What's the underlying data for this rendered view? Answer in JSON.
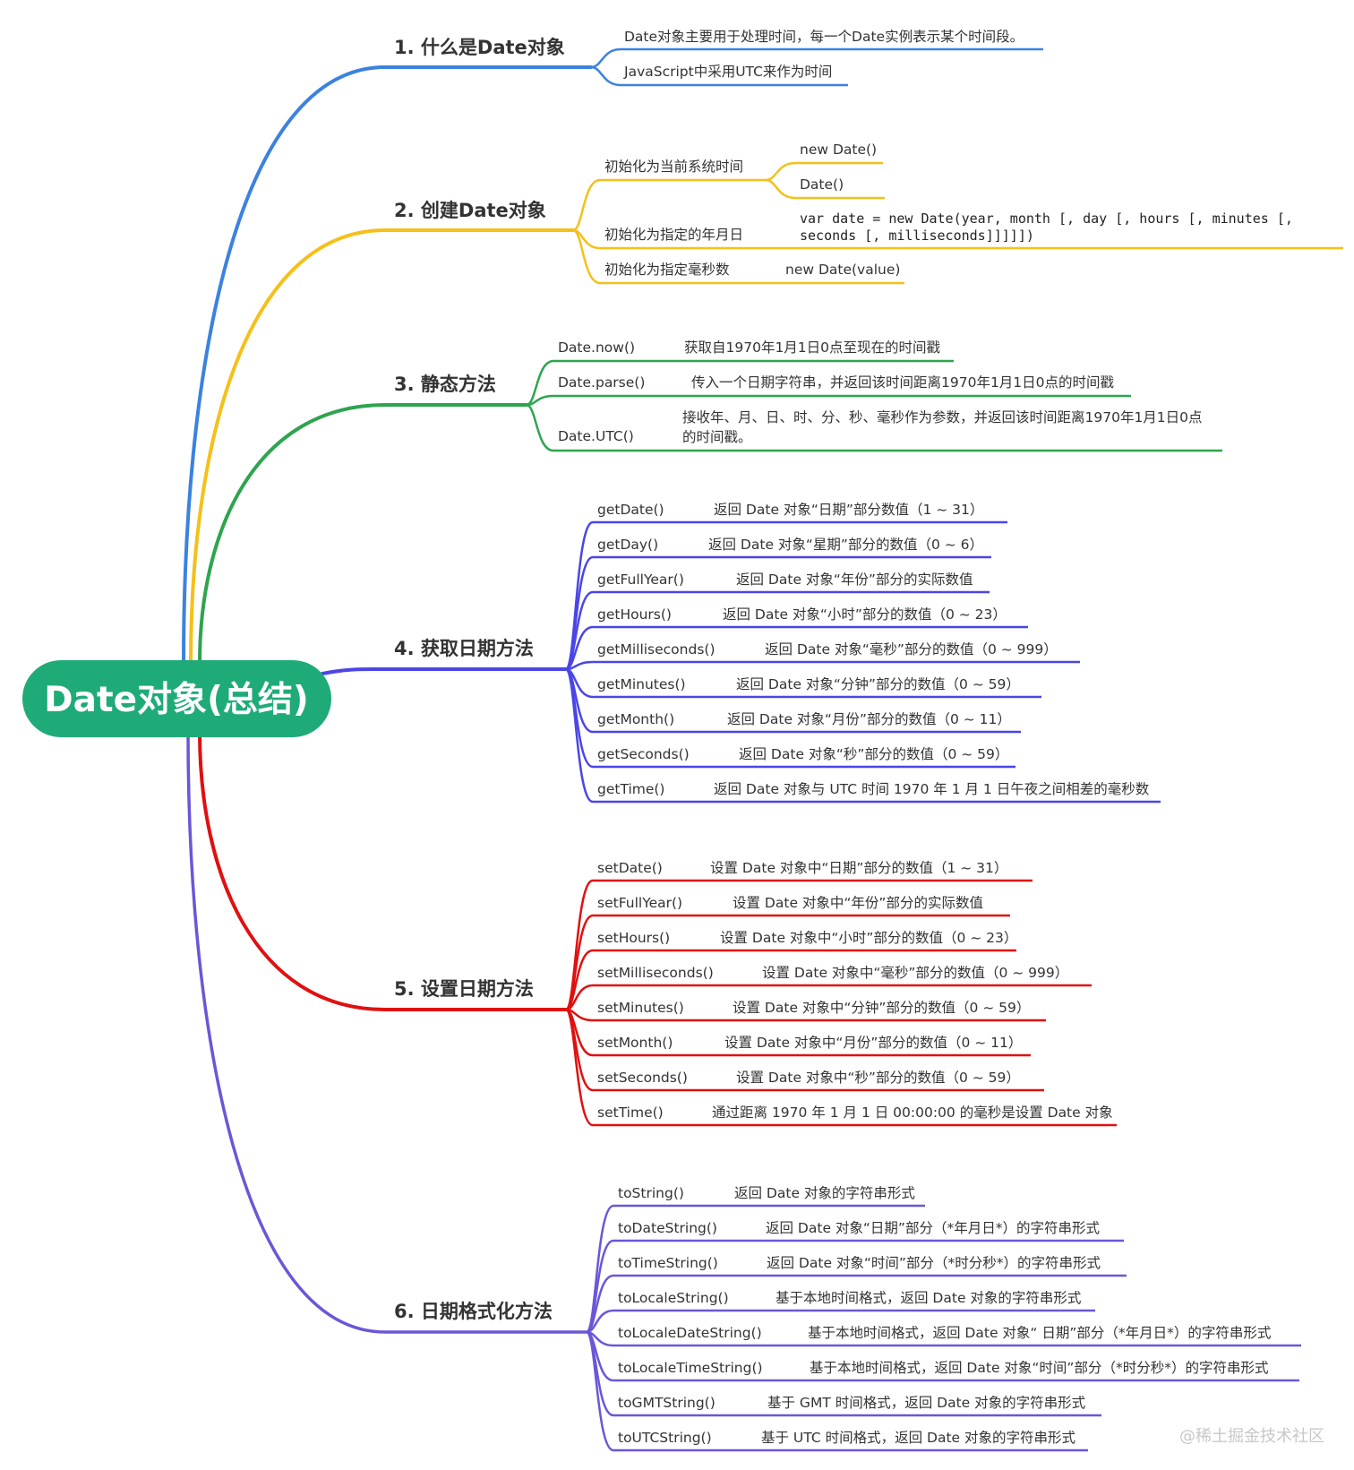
{
  "root": {
    "label": "Date对象(总结)",
    "color": "#1fab78"
  },
  "watermark": "@稀土掘金技术社区",
  "sections": [
    {
      "title": "1. 什么是Date对象",
      "color": "#3b82e0",
      "items": [
        {
          "name": "Date对象主要用于处理时间，每一个Date实例表示某个时间段。",
          "desc": ""
        },
        {
          "name": "JavaScript中采用UTC来作为时间",
          "desc": ""
        }
      ]
    },
    {
      "title": "2. 创建Date对象",
      "color": "#f5c01a",
      "items": [
        {
          "name": "初始化为当前系统时间",
          "children": [
            "new Date()",
            "Date()"
          ]
        },
        {
          "name": "初始化为指定的年月日",
          "code": [
            "var date = new Date(year, month [, day [, hours [, minutes [,",
            "seconds [, milliseconds]]]]])"
          ]
        },
        {
          "name": "初始化为指定毫秒数",
          "desc": "new Date(value)"
        }
      ]
    },
    {
      "title": "3. 静态方法",
      "color": "#2ea44f",
      "items": [
        {
          "name": "Date.now()",
          "desc": "获取自1970年1月1日0点至现在的时间戳"
        },
        {
          "name": "Date.parse()",
          "desc": "传入一个日期字符串，并返回该时间距离1970年1月1日0点的时间戳"
        },
        {
          "name": "Date.UTC()",
          "desc": "接收年、月、日、时、分、秒、毫秒作为参数，并返回该时间距离1970年1月1日0点",
          "desc2": "的时间戳。"
        }
      ]
    },
    {
      "title": "4. 获取日期方法",
      "color": "#4a46e6",
      "items": [
        {
          "name": "getDate()",
          "desc": "返回 Date 对象“日期”部分数值（1 ~ 31）"
        },
        {
          "name": "getDay()",
          "desc": "返回 Date 对象“星期”部分的数值（0 ~ 6）"
        },
        {
          "name": "getFullYear()",
          "desc": "返回 Date 对象“年份”部分的实际数值"
        },
        {
          "name": "getHours()",
          "desc": "返回 Date 对象“小时”部分的数值（0 ~ 23）"
        },
        {
          "name": "getMilliseconds()",
          "desc": "返回 Date 对象“毫秒”部分的数值（0 ~ 999）"
        },
        {
          "name": "getMinutes()",
          "desc": "返回 Date 对象“分钟”部分的数值（0 ~ 59）"
        },
        {
          "name": "getMonth()",
          "desc": "返回 Date 对象“月份”部分的数值（0 ~ 11）"
        },
        {
          "name": "getSeconds()",
          "desc": "返回 Date 对象“秒”部分的数值（0 ~ 59）"
        },
        {
          "name": "getTime()",
          "desc": "返回 Date 对象与 UTC 时间 1970 年 1 月 1 日午夜之间相差的毫秒数"
        }
      ]
    },
    {
      "title": "5. 设置日期方法",
      "color": "#e01010",
      "items": [
        {
          "name": "setDate()",
          "desc": "设置 Date 对象中“日期”部分的数值（1 ~ 31）"
        },
        {
          "name": "setFullYear()",
          "desc": "设置 Date 对象中“年份”部分的实际数值"
        },
        {
          "name": "setHours()",
          "desc": "设置 Date 对象中“小时”部分的数值（0 ~ 23）"
        },
        {
          "name": "setMilliseconds()",
          "desc": "设置 Date 对象中“毫秒”部分的数值（0 ~ 999）"
        },
        {
          "name": "setMinutes()",
          "desc": "设置 Date 对象中“分钟”部分的数值（0 ~ 59）"
        },
        {
          "name": "setMonth()",
          "desc": "设置 Date 对象中“月份”部分的数值（0 ~ 11）"
        },
        {
          "name": "setSeconds()",
          "desc": "设置 Date 对象中“秒”部分的数值（0 ~ 59）"
        },
        {
          "name": "setTime()",
          "desc": "通过距离 1970 年 1 月 1 日 00:00:00 的毫秒是设置 Date 对象"
        }
      ]
    },
    {
      "title": "6. 日期格式化方法",
      "color": "#6b56d8",
      "items": [
        {
          "name": "toString()",
          "desc": "返回 Date 对象的字符串形式"
        },
        {
          "name": "toDateString()",
          "desc": "返回 Date 对象“日期”部分（*年月日*）的字符串形式"
        },
        {
          "name": "toTimeString()",
          "desc": "返回 Date 对象“时间”部分（*时分秒*）的字符串形式"
        },
        {
          "name": "toLocaleString()",
          "desc": "基于本地时间格式，返回 Date 对象的字符串形式"
        },
        {
          "name": "toLocaleDateString()",
          "desc": "基于本地时间格式，返回 Date 对象“ 日期”部分（*年月日*）的字符串形式"
        },
        {
          "name": "toLocaleTimeString()",
          "desc": "基于本地时间格式，返回 Date 对象“时间”部分（*时分秒*）的字符串形式"
        },
        {
          "name": "toGMTString()",
          "desc": "基于 GMT 时间格式，返回 Date 对象的字符串形式"
        },
        {
          "name": "toUTCString()",
          "desc": "基于 UTC 时间格式，返回 Date 对象的字符串形式"
        }
      ]
    }
  ]
}
